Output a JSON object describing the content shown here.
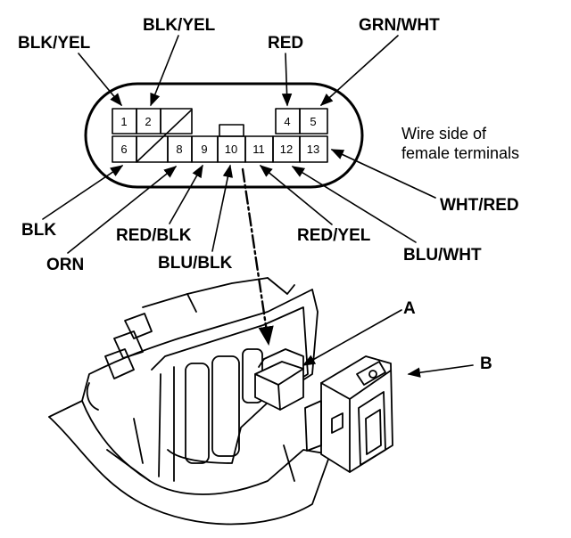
{
  "wire_labels": {
    "blk_yel_left": "BLK/YEL",
    "blk_yel_right": "BLK/YEL",
    "red": "RED",
    "grn_wht": "GRN/WHT",
    "blk": "BLK",
    "orn": "ORN",
    "red_blk": "RED/BLK",
    "blu_blk": "BLU/BLK",
    "red_yel": "RED/YEL",
    "wht_red": "WHT/RED",
    "blu_wht": "BLU/WHT"
  },
  "note": {
    "line1": "Wire side of",
    "line2": "female terminals"
  },
  "pins": {
    "p1": "1",
    "p2": "2",
    "p4": "4",
    "p5": "5",
    "p6": "6",
    "p8": "8",
    "p9": "9",
    "p10": "10",
    "p11": "11",
    "p12": "12",
    "p13": "13"
  },
  "callouts": {
    "a": "A",
    "b": "B"
  }
}
